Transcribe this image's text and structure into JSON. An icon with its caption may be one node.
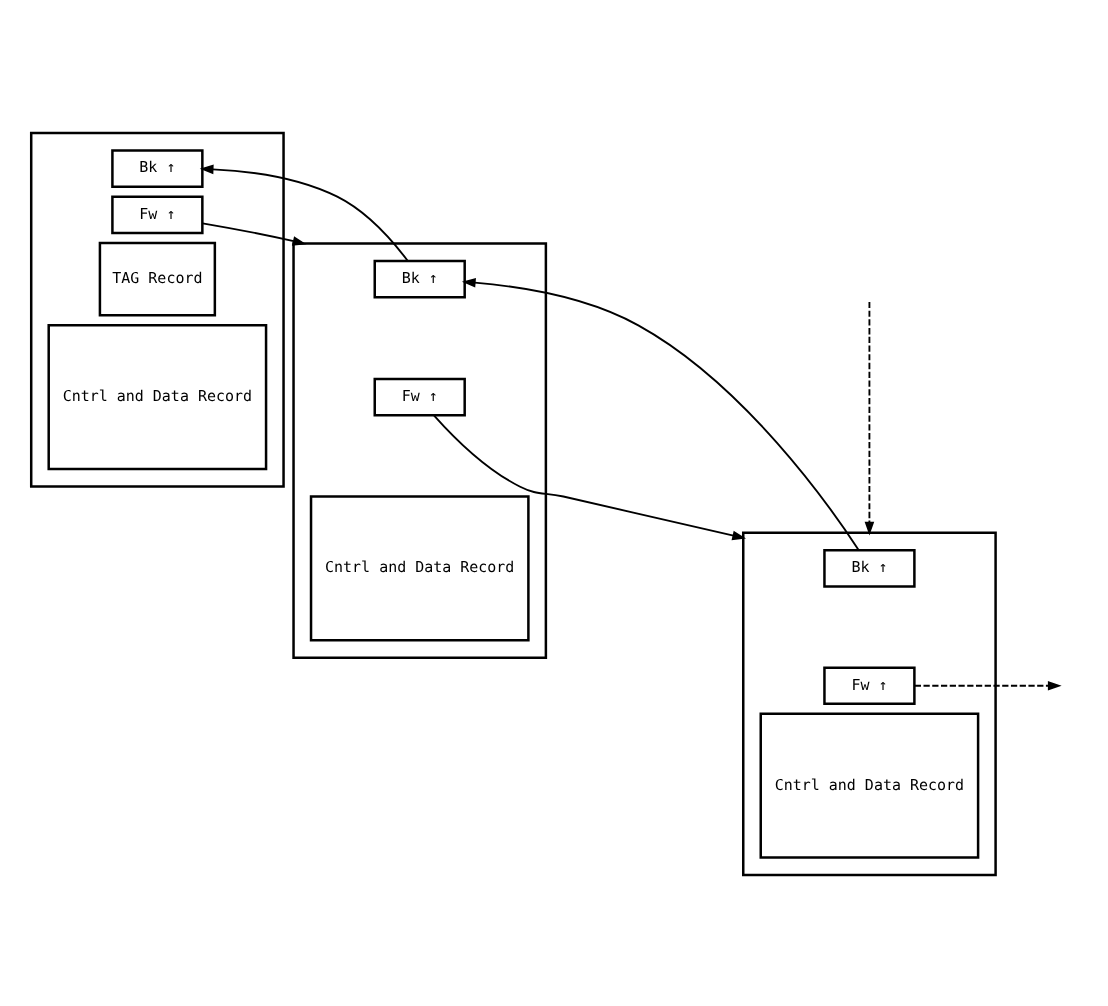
{
  "diagram": {
    "nodes": [
      {
        "text": [],
        "shape": "box"
      },
      {
        "text": [
          "Bk ↑"
        ],
        "in": 0
      },
      {
        "text": [
          "Fw ↑"
        ],
        "in": 0
      },
      {
        "text": [
          "TAG Record"
        ],
        "in": 0
      },
      {
        "text": [
          "Cntrl and Data Record"
        ],
        "in": 0
      },
      {
        "text": [],
        "shape": "box"
      },
      {
        "text": [
          "Bk ↑"
        ],
        "in": 5
      },
      {
        "text": [
          "Fw ↑"
        ],
        "in": 5
      },
      {
        "text": [
          "Cntrl and Data Record"
        ],
        "in": 5
      },
      {
        "text": [],
        "shape": "box"
      },
      {
        "text": [
          "Bk ↑"
        ],
        "in": 9
      },
      {
        "text": [
          "Fw ↑"
        ],
        "in": 9
      },
      {
        "text": [
          "Cntrl and Data Record"
        ],
        "in": 9
      }
    ],
    "edges": [
      {
        "from": 6,
        "to": 1,
        "arrow": "to"
      },
      {
        "from": 2,
        "to": 5,
        "arrow": "to"
      },
      {
        "from": 10,
        "to": 6,
        "arrow": "to"
      },
      {
        "from": 7,
        "to": 9,
        "arrow": "to"
      },
      {
        "from": null,
        "to": 9,
        "arrow": "to",
        "style": "dashed"
      },
      {
        "from": 11,
        "to": null,
        "arrow": "to",
        "style": "dashed"
      }
    ]
  }
}
